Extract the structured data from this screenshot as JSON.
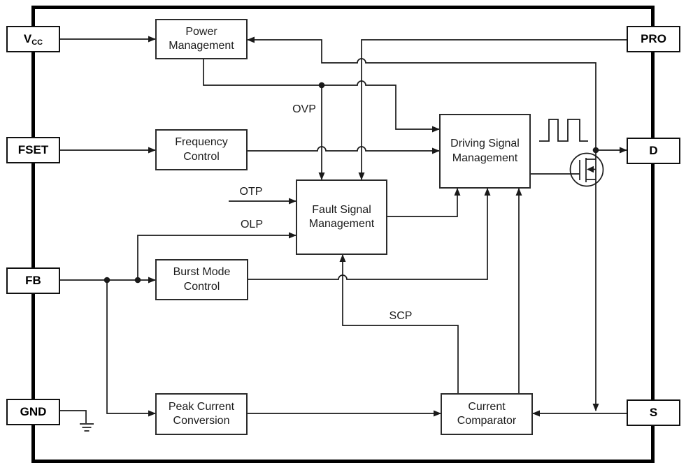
{
  "diagram": {
    "kind": "ic-functional-block-diagram",
    "colors": {
      "line": "#1a1a1a",
      "border": "#000000",
      "background": "#ffffff"
    }
  },
  "pins": {
    "left": [
      {
        "id": "vcc",
        "main": "V",
        "sub": "CC"
      },
      {
        "id": "fset",
        "label": "FSET"
      },
      {
        "id": "fb",
        "label": "FB"
      },
      {
        "id": "gnd",
        "label": "GND"
      }
    ],
    "right": [
      {
        "id": "pro",
        "label": "PRO"
      },
      {
        "id": "d",
        "label": "D"
      },
      {
        "id": "s",
        "label": "S"
      }
    ]
  },
  "blocks": [
    {
      "id": "power-management",
      "label": "Power Management"
    },
    {
      "id": "frequency-control",
      "label": "Frequency Control"
    },
    {
      "id": "fault-signal-management",
      "label": "Fault Signal Management"
    },
    {
      "id": "driving-signal-management",
      "label": "Driving Signal Management"
    },
    {
      "id": "burst-mode-control",
      "label": "Burst Mode Control"
    },
    {
      "id": "peak-current-conversion",
      "label": "Peak Current Conversion"
    },
    {
      "id": "current-comparator",
      "label": "Current Comparator"
    }
  ],
  "signal_labels": {
    "ovp": "OVP",
    "otp": "OTP",
    "olp": "OLP",
    "scp": "SCP"
  },
  "icons": {
    "mosfet": "mosfet-icon",
    "waveform": "pulse-waveform-icon",
    "ground": "ground-icon"
  }
}
